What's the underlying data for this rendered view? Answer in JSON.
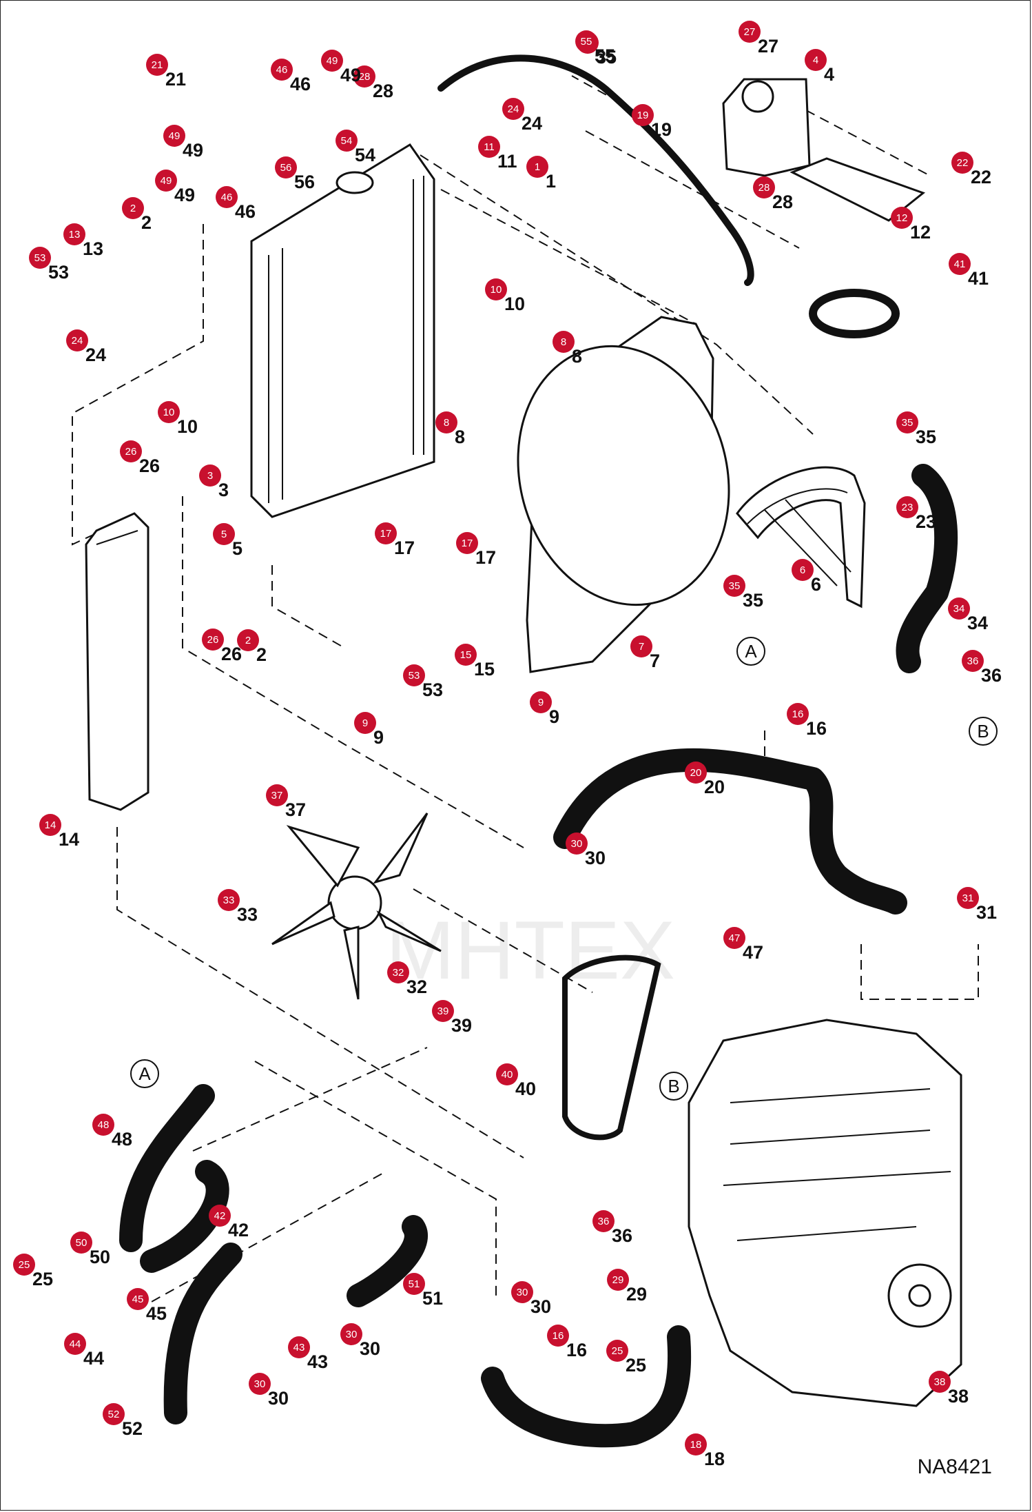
{
  "figure_code": "NA8421",
  "watermark": "MHTEX",
  "ref_markers": [
    "A",
    "B"
  ],
  "callouts": [
    {
      "n": "1"
    },
    {
      "n": "2"
    },
    {
      "n": "2"
    },
    {
      "n": "3"
    },
    {
      "n": "4"
    },
    {
      "n": "5"
    },
    {
      "n": "6"
    },
    {
      "n": "7"
    },
    {
      "n": "8"
    },
    {
      "n": "8"
    },
    {
      "n": "9"
    },
    {
      "n": "9"
    },
    {
      "n": "10"
    },
    {
      "n": "10"
    },
    {
      "n": "11"
    },
    {
      "n": "12"
    },
    {
      "n": "13"
    },
    {
      "n": "14"
    },
    {
      "n": "15"
    },
    {
      "n": "16"
    },
    {
      "n": "16"
    },
    {
      "n": "17"
    },
    {
      "n": "17"
    },
    {
      "n": "18"
    },
    {
      "n": "19"
    },
    {
      "n": "20"
    },
    {
      "n": "21"
    },
    {
      "n": "22"
    },
    {
      "n": "23"
    },
    {
      "n": "24"
    },
    {
      "n": "24"
    },
    {
      "n": "25"
    },
    {
      "n": "25"
    },
    {
      "n": "26"
    },
    {
      "n": "26"
    },
    {
      "n": "27"
    },
    {
      "n": "28"
    },
    {
      "n": "28"
    },
    {
      "n": "29"
    },
    {
      "n": "30"
    },
    {
      "n": "30"
    },
    {
      "n": "30"
    },
    {
      "n": "30"
    },
    {
      "n": "31"
    },
    {
      "n": "32"
    },
    {
      "n": "33"
    },
    {
      "n": "34"
    },
    {
      "n": "35"
    },
    {
      "n": "35"
    },
    {
      "n": "35"
    },
    {
      "n": "36"
    },
    {
      "n": "36"
    },
    {
      "n": "37"
    },
    {
      "n": "38"
    },
    {
      "n": "39"
    },
    {
      "n": "40"
    },
    {
      "n": "41"
    },
    {
      "n": "42"
    },
    {
      "n": "43"
    },
    {
      "n": "44"
    },
    {
      "n": "45"
    },
    {
      "n": "46"
    },
    {
      "n": "46"
    },
    {
      "n": "47"
    },
    {
      "n": "48"
    },
    {
      "n": "49"
    },
    {
      "n": "49"
    },
    {
      "n": "49"
    },
    {
      "n": "50"
    },
    {
      "n": "51"
    },
    {
      "n": "52"
    },
    {
      "n": "53"
    },
    {
      "n": "53"
    },
    {
      "n": "54"
    },
    {
      "n": "55"
    },
    {
      "n": "56"
    }
  ],
  "colors": {
    "badge": "#c8102e",
    "ink": "#111111",
    "background": "#ffffff"
  },
  "icon": "badge-circle-icon"
}
